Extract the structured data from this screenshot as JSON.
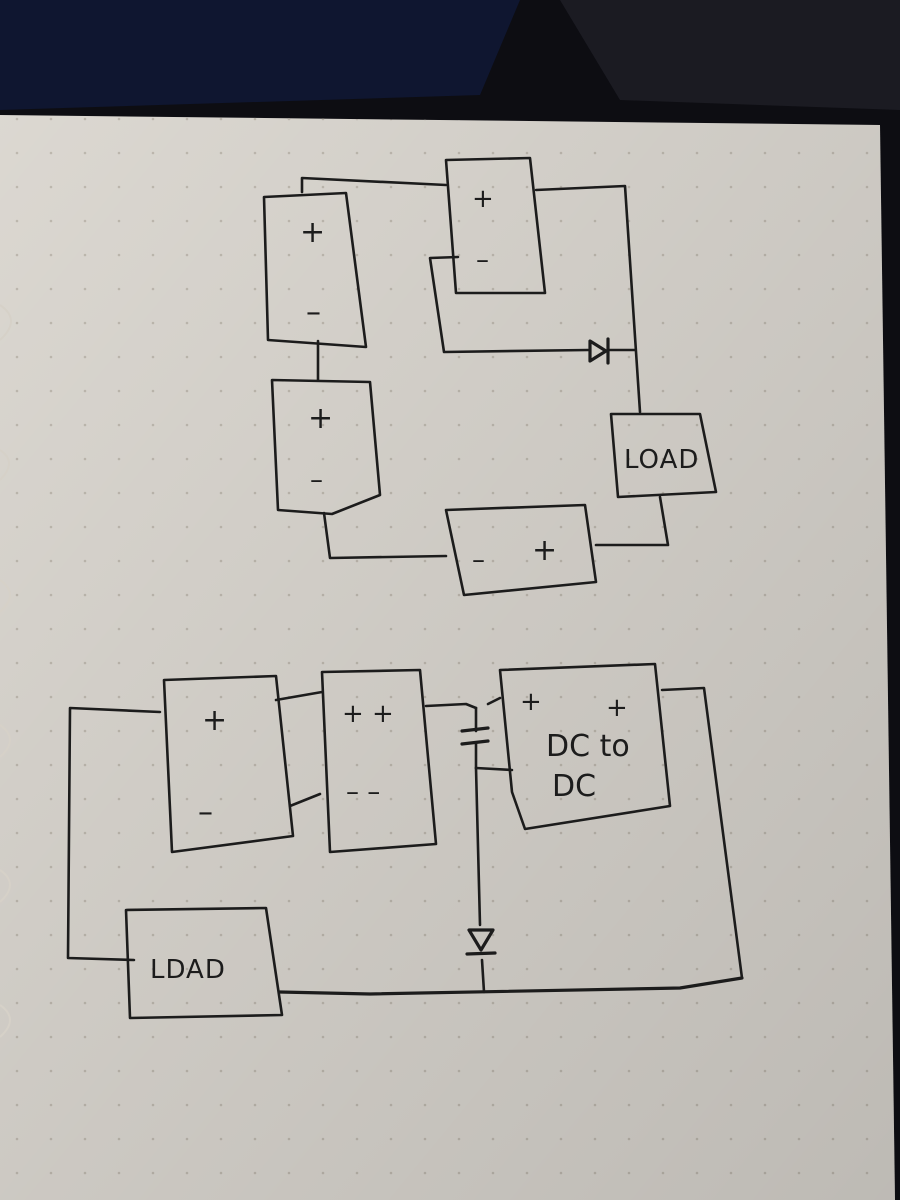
{
  "top_circuit": {
    "battery_a": {
      "positive": "+",
      "negative": "–"
    },
    "battery_b": {
      "positive": "+",
      "negative": "–"
    },
    "battery_c": {
      "positive": "+",
      "negative": "–"
    },
    "battery_d": {
      "negative": "–",
      "positive": "+"
    },
    "load": "LOAD"
  },
  "bottom_circuit": {
    "battery_a": {
      "positive": "+",
      "negative": "–"
    },
    "battery_b": {
      "positive": "+ +",
      "negative": "– –"
    },
    "converter": {
      "pos_left": "+",
      "pos_right": "+",
      "line1": "DC to",
      "line2": "DC"
    },
    "load": "LDAD"
  },
  "colors": {
    "paper": "#e7e3dc",
    "ink": "#1c1c1c",
    "background": "#0d0d12"
  }
}
